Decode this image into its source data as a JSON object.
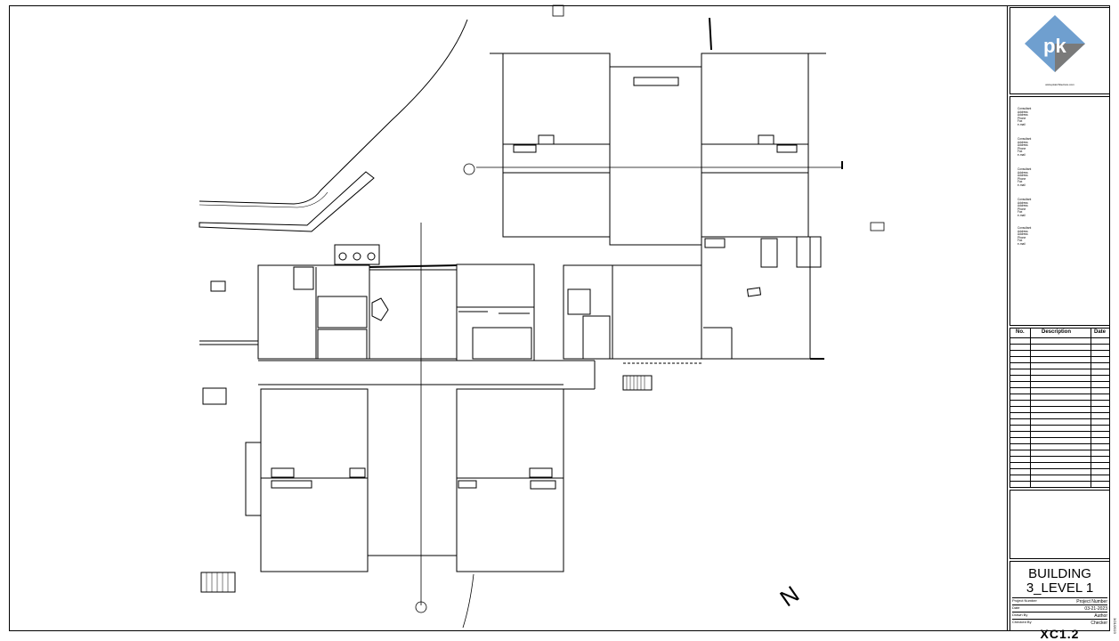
{
  "sheet": {
    "title_line_1": "BUILDING",
    "title_line_2": "3_LEVEL 1",
    "sheet_number": "XC1.2",
    "project_number_label": "Project Number",
    "project_number_value": "Project Number",
    "date_label": "Date",
    "date_value": "03-21-2023",
    "drawn_by_label": "Drawn By",
    "drawn_by_value": "Author",
    "checked_by_label": "Checked By",
    "checked_by_value": "Checker"
  },
  "logo": {
    "letters": "pk",
    "url": "www.pkarchitecture.com",
    "colors": {
      "diamond": "#6f9fcf",
      "shadow": "#7a7a7a"
    }
  },
  "consultants": [
    {
      "name": "Consultant",
      "lines": [
        "Address",
        "Address",
        "Phone",
        "Fax",
        "e-mail"
      ]
    },
    {
      "name": "Consultant",
      "lines": [
        "Address",
        "Address",
        "Phone",
        "Fax",
        "e-mail"
      ]
    },
    {
      "name": "Consultant",
      "lines": [
        "Address",
        "Address",
        "Phone",
        "Fax",
        "e-mail"
      ]
    },
    {
      "name": "Consultant",
      "lines": [
        "Address",
        "Address",
        "Phone",
        "Fax",
        "e-mail"
      ]
    },
    {
      "name": "Consultant",
      "lines": [
        "Address",
        "Address",
        "Phone",
        "Fax",
        "e-mail"
      ]
    }
  ],
  "revisions": {
    "col_no": "No.",
    "col_description": "Description",
    "col_date": "Date"
  },
  "north_arrow": "N",
  "side_label": "3/21/2023"
}
